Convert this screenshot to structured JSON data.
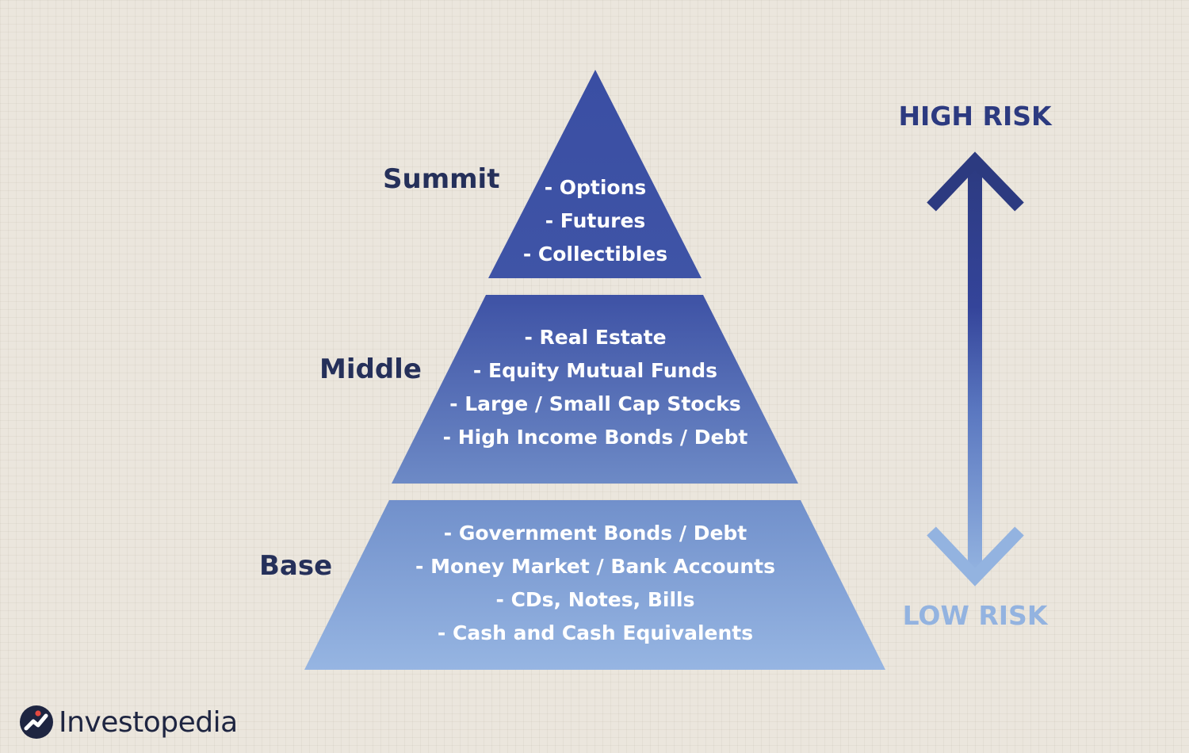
{
  "tiers": [
    {
      "label": "Summit",
      "items": [
        "- Options",
        "- Futures",
        "- Collectibles"
      ]
    },
    {
      "label": "Middle",
      "items": [
        "- Real Estate",
        "- Equity Mutual Funds",
        "- Large / Small Cap Stocks",
        "- High Income Bonds / Debt"
      ]
    },
    {
      "label": "Base",
      "items": [
        "- Government Bonds / Debt",
        "- Money Market / Bank Accounts",
        "- CDs, Notes, Bills",
        "- Cash and Cash Equivalents"
      ]
    }
  ],
  "risk_scale": {
    "high_label": "HIGH RISK",
    "low_label": "LOW RISK"
  },
  "logo": {
    "name": "Investopedia"
  },
  "colors": {
    "background": "#ebe6dd",
    "dark_blue": "#3d50a3",
    "mid_blue": "#6a86c4",
    "light_blue": "#93b3e0",
    "label_text": "#25305a",
    "high_risk": "#2c3a80",
    "low_risk": "#93b3e0"
  }
}
